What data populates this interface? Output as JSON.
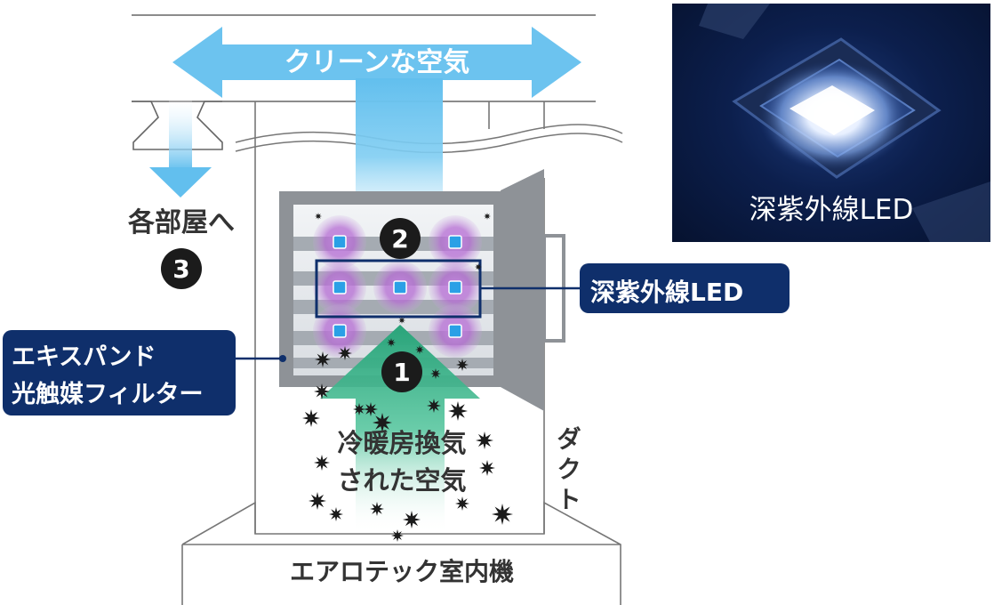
{
  "labels": {
    "clean_air": "クリーンな空気",
    "to_rooms": "各部屋へ",
    "step3": "3",
    "step2": "2",
    "step1": "1",
    "filter_line1": "エキスパンド",
    "filter_line2": "光触媒フィルター",
    "led_label": "深紫外線LED",
    "inflow_line1": "冷暖房換気",
    "inflow_line2": "された空気",
    "duct": [
      "ダ",
      "ク",
      "ト"
    ],
    "unit": "エアロテック室内機",
    "photo_caption": "深紫外線LED"
  },
  "icons": {
    "led_glow": "led-glow-icon",
    "contaminant": "contaminant-particle-icon",
    "step_marker": "numbered-circle-icon"
  },
  "colors": {
    "clean_air_arrow": "#6cc3ef",
    "inflow_arrow": "#35b58a",
    "label_navy": "#0f2f6b",
    "led_glow": "#b36ad0",
    "led_core": "#2aa0e6",
    "duct_gray": "#8e9297",
    "photo_bg": "#0c1f4d"
  }
}
